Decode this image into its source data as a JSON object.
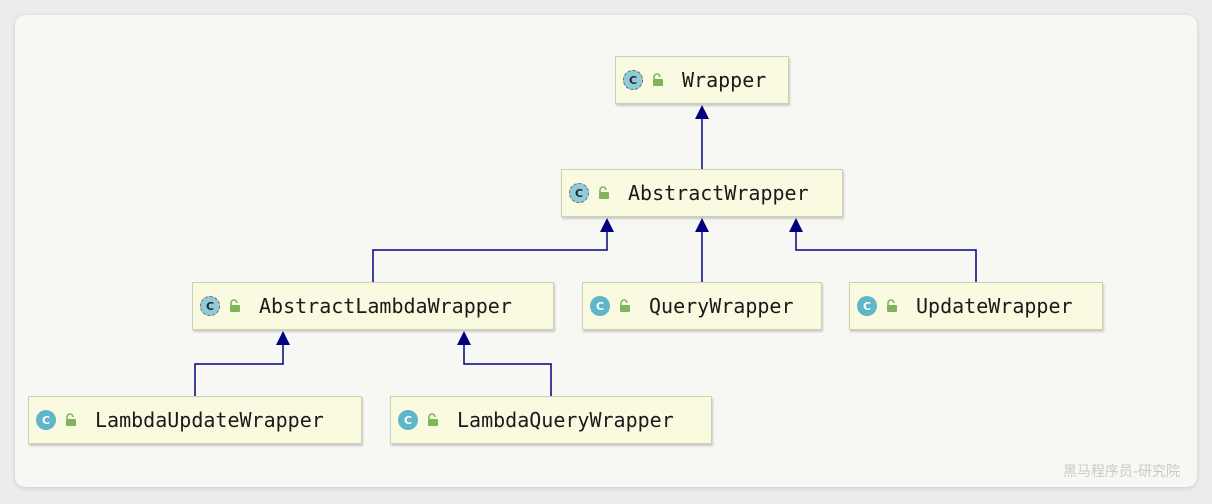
{
  "diagram": {
    "nodes": [
      {
        "id": "wrapper",
        "label": "Wrapper",
        "icon": "class-icon",
        "icon_letter": "C",
        "abstract": true
      },
      {
        "id": "abstract_wrapper",
        "label": "AbstractWrapper",
        "icon": "class-icon",
        "icon_letter": "C",
        "abstract": true
      },
      {
        "id": "abstract_lambda_wrapper",
        "label": "AbstractLambdaWrapper",
        "icon": "class-icon",
        "icon_letter": "C",
        "abstract": true
      },
      {
        "id": "query_wrapper",
        "label": "QueryWrapper",
        "icon": "class-icon",
        "icon_letter": "C",
        "abstract": false
      },
      {
        "id": "update_wrapper",
        "label": "UpdateWrapper",
        "icon": "class-icon",
        "icon_letter": "C",
        "abstract": false
      },
      {
        "id": "lambda_update_wrapper",
        "label": "LambdaUpdateWrapper",
        "icon": "class-icon",
        "icon_letter": "C",
        "abstract": false
      },
      {
        "id": "lambda_query_wrapper",
        "label": "LambdaQueryWrapper",
        "icon": "class-icon",
        "icon_letter": "C",
        "abstract": false
      }
    ],
    "edges": [
      {
        "from": "abstract_wrapper",
        "to": "wrapper"
      },
      {
        "from": "abstract_lambda_wrapper",
        "to": "abstract_wrapper"
      },
      {
        "from": "query_wrapper",
        "to": "abstract_wrapper"
      },
      {
        "from": "update_wrapper",
        "to": "abstract_wrapper"
      },
      {
        "from": "lambda_update_wrapper",
        "to": "abstract_lambda_wrapper"
      },
      {
        "from": "lambda_query_wrapper",
        "to": "abstract_lambda_wrapper"
      }
    ],
    "colors": {
      "edge": "#000080",
      "node_fill": "#fafae0",
      "class_icon": "#5fb6c9",
      "lock_icon": "#7fb45a"
    }
  },
  "watermark": "黑马程序员-研究院"
}
